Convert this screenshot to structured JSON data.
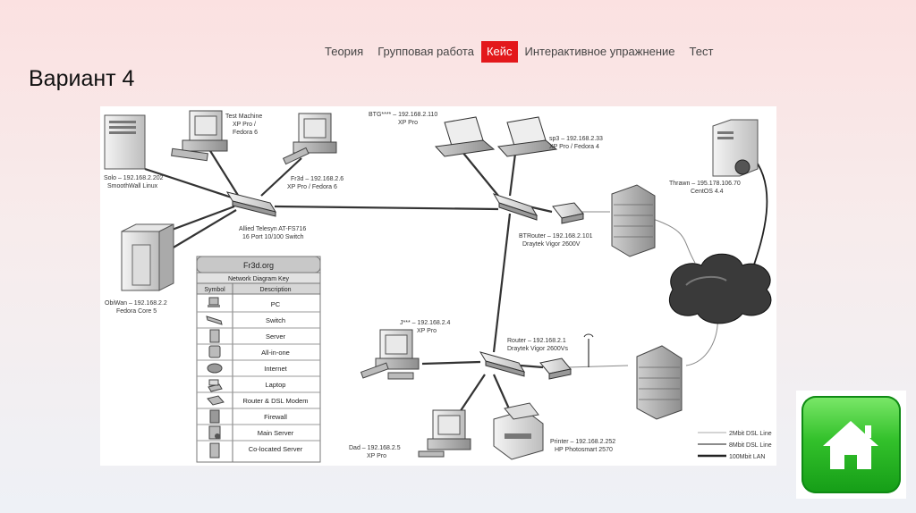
{
  "nav": {
    "items": [
      {
        "label": "Теория"
      },
      {
        "label": "Групповая работа"
      },
      {
        "label": "Кейс",
        "active": true
      },
      {
        "label": "Интерактивное упражнение"
      },
      {
        "label": "Тест"
      }
    ],
    "active_color": "#e3181b"
  },
  "page_title": "Вариант 4",
  "diagram": {
    "devices": {
      "test_machine": [
        "Test Machine",
        "XP Pro /",
        "Fedora 6"
      ],
      "solo": [
        "Solo – 192.168.2.202",
        "SmoothWall Linux"
      ],
      "fr3d": [
        "Fr3d – 192.168.2.6",
        "XP Pro / Fedora 6"
      ],
      "switch_main": [
        "Allied Telesyn AT-FS716",
        "16 Port 10/100 Switch"
      ],
      "obiwan": [
        "ObiWan – 192.168.2.2",
        "Fedora Core 5"
      ],
      "btg": [
        "BTG**** – 192.168.2.110",
        "XP Pro"
      ],
      "sp3": [
        "sp3 – 192.168.2.33",
        "XP Pro / Fedora 4"
      ],
      "btrouter": [
        "BTRouter – 192.168.2.101",
        "Draytek Vigor 2600V"
      ],
      "thrawn": [
        "Thrawn – 195.178.106.70",
        "CentOS 4.4"
      ],
      "j": [
        "J*** – 192.168.2.4",
        "XP Pro"
      ],
      "router": [
        "Router – 192.168.2.1",
        "Draytek Vigor 2600Vs"
      ],
      "dad": [
        "Dad – 192.168.2.5",
        "XP Pro"
      ],
      "printer": [
        "Printer – 192.168.2.252",
        "HP Photosmart 2570"
      ]
    },
    "key": {
      "site": "Fr3d.org",
      "title": "Network Diagram Key",
      "col_symbol": "Symbol",
      "col_description": "Description",
      "rows": [
        {
          "icon": "pc-icon",
          "label": "PC"
        },
        {
          "icon": "switch-icon",
          "label": "Switch"
        },
        {
          "icon": "server-icon",
          "label": "Server"
        },
        {
          "icon": "all-in-one-icon",
          "label": "All-in-one"
        },
        {
          "icon": "internet-icon",
          "label": "Internet"
        },
        {
          "icon": "laptop-icon",
          "label": "Laptop"
        },
        {
          "icon": "router-icon",
          "label": "Router & DSL Modem"
        },
        {
          "icon": "firewall-icon",
          "label": "Firewall"
        },
        {
          "icon": "main-server-icon",
          "label": "Main Server"
        },
        {
          "icon": "co-located-server-icon",
          "label": "Co-located Server"
        }
      ]
    },
    "line_legend": [
      {
        "label": "2Mbit DSL Line"
      },
      {
        "label": "8Mbit DSL Line"
      },
      {
        "label": "100Mbit LAN"
      }
    ]
  },
  "home_button": {
    "icon": "home-icon"
  }
}
